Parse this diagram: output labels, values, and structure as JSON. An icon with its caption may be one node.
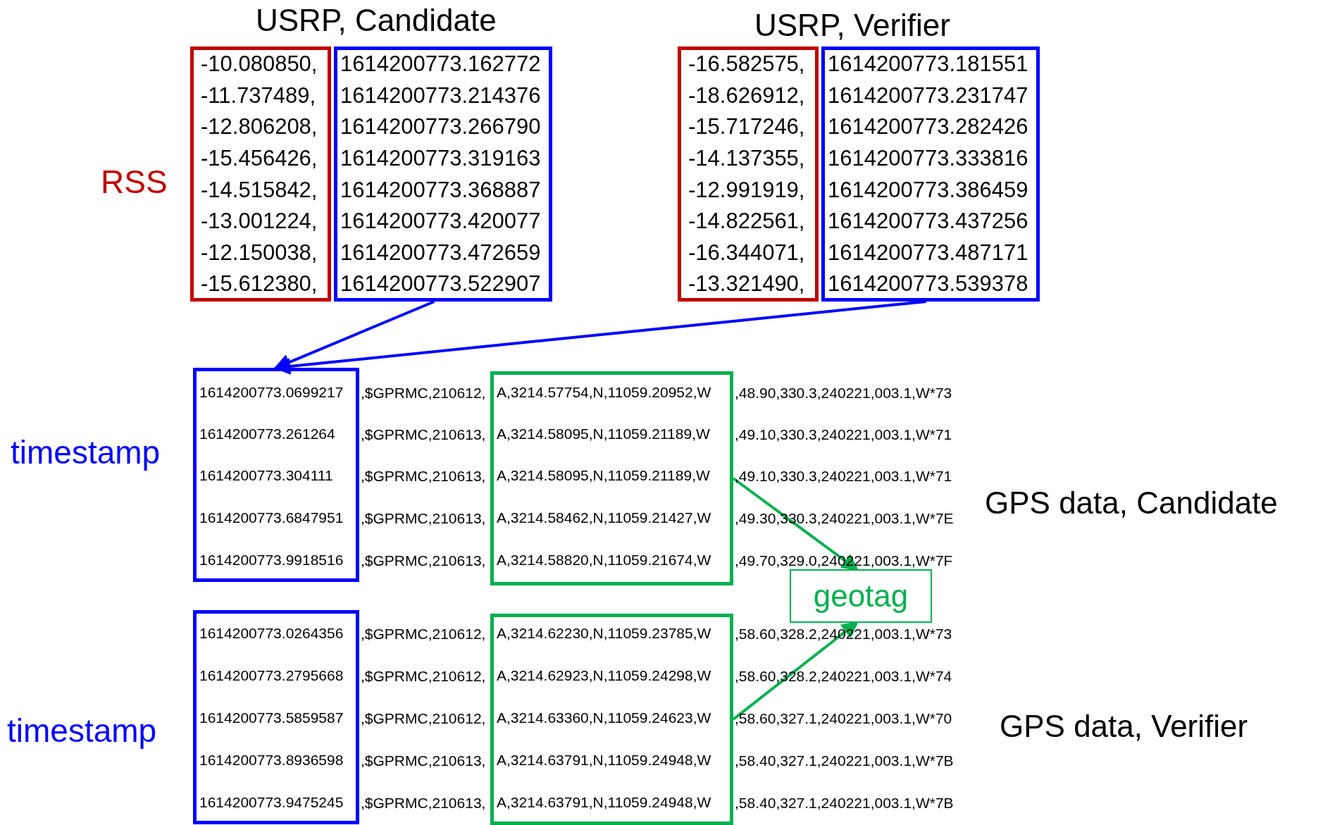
{
  "diagram": {
    "nodes": [
      {
        "text": [
          "-10.080850,",
          "-11.737489,",
          "-12.806208,",
          "-15.456426,",
          "-14.515842,",
          "-13.001224,",
          "-12.150038,",
          "-15.612380,"
        ]
      },
      {
        "text": [
          "1614200773.162772",
          "1614200773.214376",
          "1614200773.266790",
          "1614200773.319163",
          "1614200773.368887",
          "1614200773.420077",
          "1614200773.472659",
          "1614200773.522907"
        ]
      },
      {
        "text": [
          "-16.582575,",
          "-18.626912,",
          "-15.717246,",
          "-14.137355,",
          "-12.991919,",
          "-14.822561,",
          "-16.344071,",
          "-13.321490,"
        ]
      },
      {
        "text": [
          "1614200773.181551",
          "1614200773.231747",
          "1614200773.282426",
          "1614200773.333816",
          "1614200773.386459",
          "1614200773.437256",
          "1614200773.487171",
          "1614200773.539378"
        ]
      },
      {
        "text": [
          "1614200773.0699217",
          "1614200773.261264",
          "1614200773.304111",
          "1614200773.6847951",
          "1614200773.9918516"
        ]
      },
      {
        "text": [
          "A,3214.57754,N,11059.20952,W",
          "A,3214.58095,N,11059.21189,W",
          "A,3214.58095,N,11059.21189,W",
          "A,3214.58462,N,11059.21427,W",
          "A,3214.58820,N,11059.21674,W"
        ]
      },
      {
        "text": [
          "geotag"
        ]
      },
      {
        "text": [
          "1614200773.0264356",
          "1614200773.2795668",
          "1614200773.5859587",
          "1614200773.8936598",
          "1614200773.9475245"
        ]
      },
      {
        "text": [
          "A,3214.62230,N,11059.23785,W",
          "A,3214.62923,N,11059.24298,W",
          "A,3214.63360,N,11059.24623,W",
          "A,3214.63791,N,11059.24948,W",
          "A,3214.63791,N,11059.24948,W"
        ]
      }
    ],
    "edges": [
      {
        "from": 1,
        "to": 4,
        "arrow": "to",
        "color": "#0000ff"
      },
      {
        "from": 3,
        "to": 4,
        "arrow": "to",
        "color": "#0000ff"
      },
      {
        "from": 5,
        "to": 6,
        "arrow": "to",
        "color": "#00b050"
      },
      {
        "from": 8,
        "to": 6,
        "arrow": "to",
        "color": "#00b050"
      }
    ],
    "labels": [
      "USRP, Candidate",
      "USRP, Verifier",
      "RSS",
      "timestamp",
      ",$GPRMC,210612,",
      ",48.90,330.3,240221,003.1,W*73",
      ",$GPRMC,210613,",
      ",49.10,330.3,240221,003.1,W*71",
      ",$GPRMC,210613,",
      ",49.10,330.3,240221,003.1,W*71",
      ",$GPRMC,210613,",
      ",49.30,330.3,240221,003.1,W*7E",
      ",$GPRMC,210613,",
      ",49.70,329.0,240221,003.1,W*7F",
      "GPS data, Candidate",
      "timestamp",
      ",$GPRMC,210612,",
      ",58.60,328.2,240221,003.1,W*73",
      ",$GPRMC,210612,",
      ",58.60,328.2,240221,003.1,W*74",
      ",$GPRMC,210612,",
      ",58.60,327.1,240221,003.1,W*70",
      ",$GPRMC,210613,",
      ",58.40,327.1,240221,003.1,W*7B",
      ",$GPRMC,210613,",
      ",58.40,327.1,240221,003.1,W*7B",
      "GPS data, Verifier"
    ]
  }
}
